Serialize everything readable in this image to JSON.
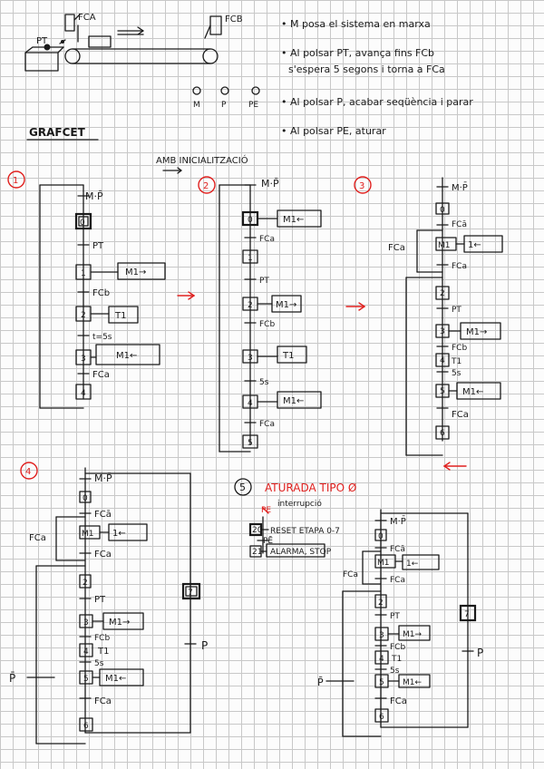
{
  "top": {
    "labels": {
      "pt": "PT",
      "fca": "FCA",
      "fcb": "FCB"
    },
    "notes": [
      "• M posa el sistema en marxa",
      "• Al polsar PT, avança fins FCb",
      "s'espera 5 segons i torna a FCa",
      "• Al polsar P, acabar seqüència i parar",
      "• Al polsar PE, aturar"
    ],
    "buttons": [
      "M",
      "P",
      "PE"
    ],
    "heading": "GRAFCET"
  },
  "section_title": "AMB INICIALITZACIÓ",
  "diagram1": {
    "number": "1",
    "top_cond": "M·P̄",
    "steps": [
      "0",
      "1",
      "2",
      "3",
      "4"
    ],
    "transitions": [
      "PT",
      "FCb",
      "t=5s",
      "FCa"
    ],
    "actions": [
      "M1→",
      "T1",
      "M1←"
    ]
  },
  "diagram2": {
    "number": "2",
    "top_cond": "M·P̄",
    "steps": [
      "0",
      "1",
      "2",
      "3",
      "4",
      "5"
    ],
    "transitions": [
      "FCa",
      "PT",
      "FCb",
      "5s",
      "FCa"
    ],
    "actions": [
      "M1←",
      "M1→",
      "T1",
      "M1←"
    ]
  },
  "diagram3": {
    "number": "3",
    "top_cond": "M·P̄",
    "steps": [
      "0",
      "1",
      "2",
      "3",
      "4",
      "5",
      "6"
    ],
    "loop_label": "FCa",
    "transitions": [
      "FCā",
      "FCa",
      "PT",
      "FCb",
      "T1",
      "5s",
      "FCa"
    ],
    "step1": "M1",
    "actions": [
      "1←",
      "M1→",
      "T1",
      "M1←"
    ]
  },
  "diagram4": {
    "number": "4",
    "top_cond": "M·P̄",
    "steps": [
      "0",
      "1",
      "2",
      "3",
      "4",
      "5",
      "6",
      "7"
    ],
    "loop_label": "FCa",
    "transitions": [
      "FCā",
      "FCa",
      "PT",
      "FCb",
      "T1",
      "5s",
      "FCa"
    ],
    "step1": "M1",
    "actions": [
      "1←",
      "M1→",
      "T1",
      "M1←"
    ],
    "p_label": "P",
    "pbar_label": "P̄"
  },
  "diagram5": {
    "number": "5",
    "title": "ATURADA TIPO Ø",
    "pe_label": "PE",
    "interrupt": "interrupció",
    "step20": "20",
    "step21": "21",
    "reset": "RESET ETAPA 0-7",
    "pe_bar": "PĒ",
    "action21": "ALARMA, STOP",
    "top_cond": "M·P̄",
    "steps": [
      "0",
      "1",
      "2",
      "3",
      "4",
      "5",
      "6",
      "7"
    ],
    "loop_label": "FCa",
    "transitions": [
      "FCā",
      "FCa",
      "PT",
      "FCb",
      "T1",
      "5s",
      "FCa"
    ],
    "step1": "M1",
    "actions": [
      "1←",
      "M1→",
      "T1",
      "M1←"
    ],
    "p_label": "P",
    "pbar_label": "P̄"
  }
}
